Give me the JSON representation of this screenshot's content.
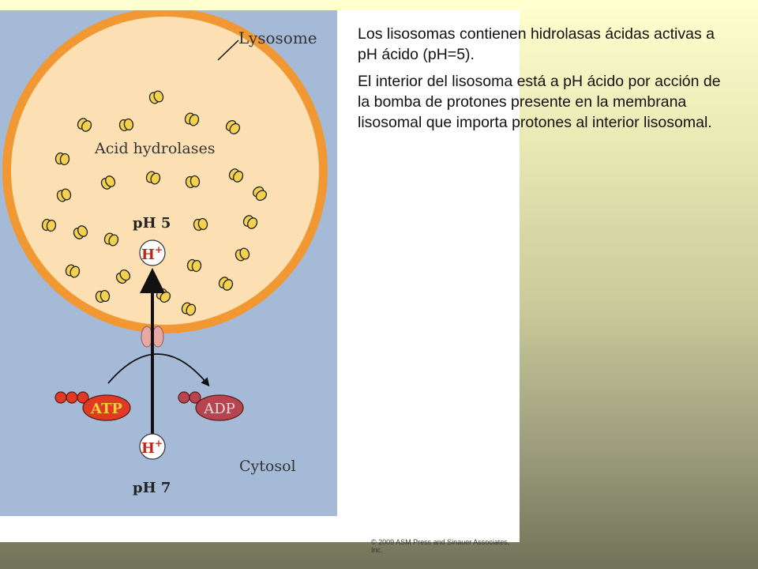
{
  "figure": {
    "lysosome_label": "Lysosome",
    "hydrolases_label": "Acid hydrolases",
    "ph_inside": "pH 5",
    "ph_outside": "pH 7",
    "proton": "H",
    "proton_charge": "+",
    "atp_label": "ATP",
    "adp_label": "ADP",
    "cytosol_label": "Cytosol",
    "copyright": "© 2009 ASM Press and Sinauer Associates, Inc."
  },
  "text": {
    "paragraph1": "Los lisosomas contienen hidrolasas ácidas activas a pH ácido (pH=5).",
    "paragraph2": "El interior del lisosoma está a pH ácido por acción de la bomba de protones presente en la membrana lisosomal que importa protones al interior lisosomal."
  },
  "colors": {
    "cytosol": "#a5bad6",
    "membrane": "#f19833",
    "lumen": "#fce0b4",
    "enzyme": "#f4d24e",
    "atp": "#e03a24",
    "adp": "#b84452",
    "pump": "#e7a7a3",
    "page_bottom": "#727258"
  }
}
